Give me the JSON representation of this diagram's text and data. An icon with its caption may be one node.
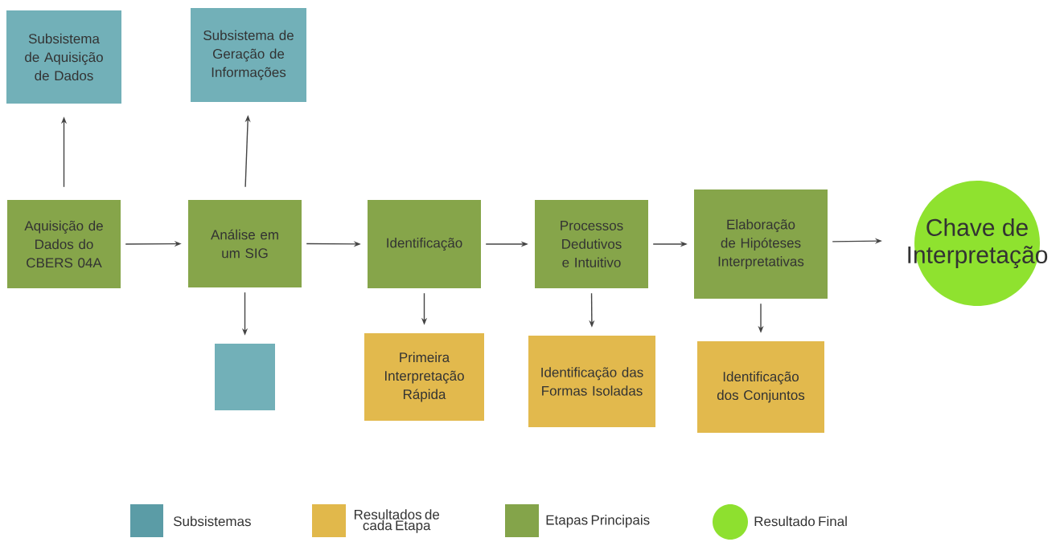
{
  "diagram": {
    "nodes": [
      {
        "text": [
          "Subsistema de Aquisição de Dados"
        ]
      },
      {
        "text": [
          "Subsistema de Geração de Informações"
        ]
      },
      {
        "text": [
          "Aquisição de Dados do CBERS 04A"
        ]
      },
      {
        "text": [
          "Análise em um SIG"
        ]
      },
      {
        "text": [
          "Identificação"
        ]
      },
      {
        "text": [
          "Processos Dedutivos e Intuitivo"
        ]
      },
      {
        "text": [
          "Elaboração de Hipóteses Interpretativas"
        ]
      },
      {
        "text": [
          "Chave de Interpretação"
        ]
      },
      {
        "text": [],
        "shape": "box"
      },
      {
        "text": [
          "Primeira Interpretação Rápida"
        ]
      },
      {
        "text": [
          "Identificação das Formas Isoladas"
        ]
      },
      {
        "text": [
          "Identificação dos Conjuntos"
        ]
      }
    ],
    "edges": [
      {
        "from": 2,
        "to": 0,
        "arrow": "to"
      },
      {
        "from": 3,
        "to": 1,
        "arrow": "to"
      },
      {
        "from": 2,
        "to": 3,
        "arrow": "to"
      },
      {
        "from": 3,
        "to": 4,
        "arrow": "to"
      },
      {
        "from": 4,
        "to": 5,
        "arrow": "to"
      },
      {
        "from": 5,
        "to": 6,
        "arrow": "to"
      },
      {
        "from": 6,
        "to": 7,
        "arrow": "to"
      },
      {
        "from": 3,
        "to": 8,
        "arrow": "to"
      },
      {
        "from": 4,
        "to": 9,
        "arrow": "to"
      },
      {
        "from": 5,
        "to": 10,
        "arrow": "to"
      },
      {
        "from": 6,
        "to": 11,
        "arrow": "to"
      }
    ],
    "legend": [
      {
        "text": "Subsistemas",
        "color": "#5b9ca6"
      },
      {
        "text": "Resultados de cada Etapa",
        "color": "#e1b84b"
      },
      {
        "text": "Etapas Principais",
        "color": "#84a44a"
      },
      {
        "text": "Resultado Final",
        "color": "#8ee02f"
      }
    ]
  }
}
